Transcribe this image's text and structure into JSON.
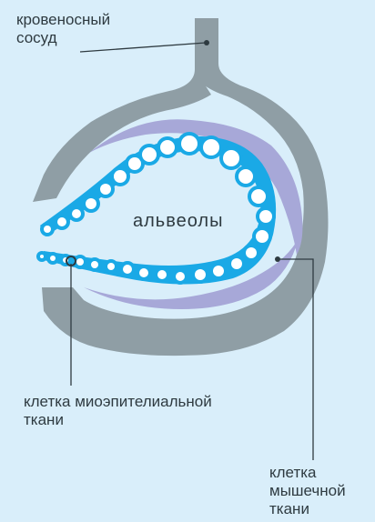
{
  "labels": {
    "blood_vessel": "кровеносный\nсосуд",
    "alveoli": "альвеолы",
    "myoepithelial_cell": "клетка миоэпителиальной\nткани",
    "muscle_cell": "клетка\nмышечной\nткани"
  },
  "colors": {
    "background": "#d9eefa",
    "vessel": "#8f9ea5",
    "muscle": "#a7a8d8",
    "cell_ring": "#1aa9e6",
    "cell_core": "#ffffff",
    "lines": "#2e3a40"
  }
}
